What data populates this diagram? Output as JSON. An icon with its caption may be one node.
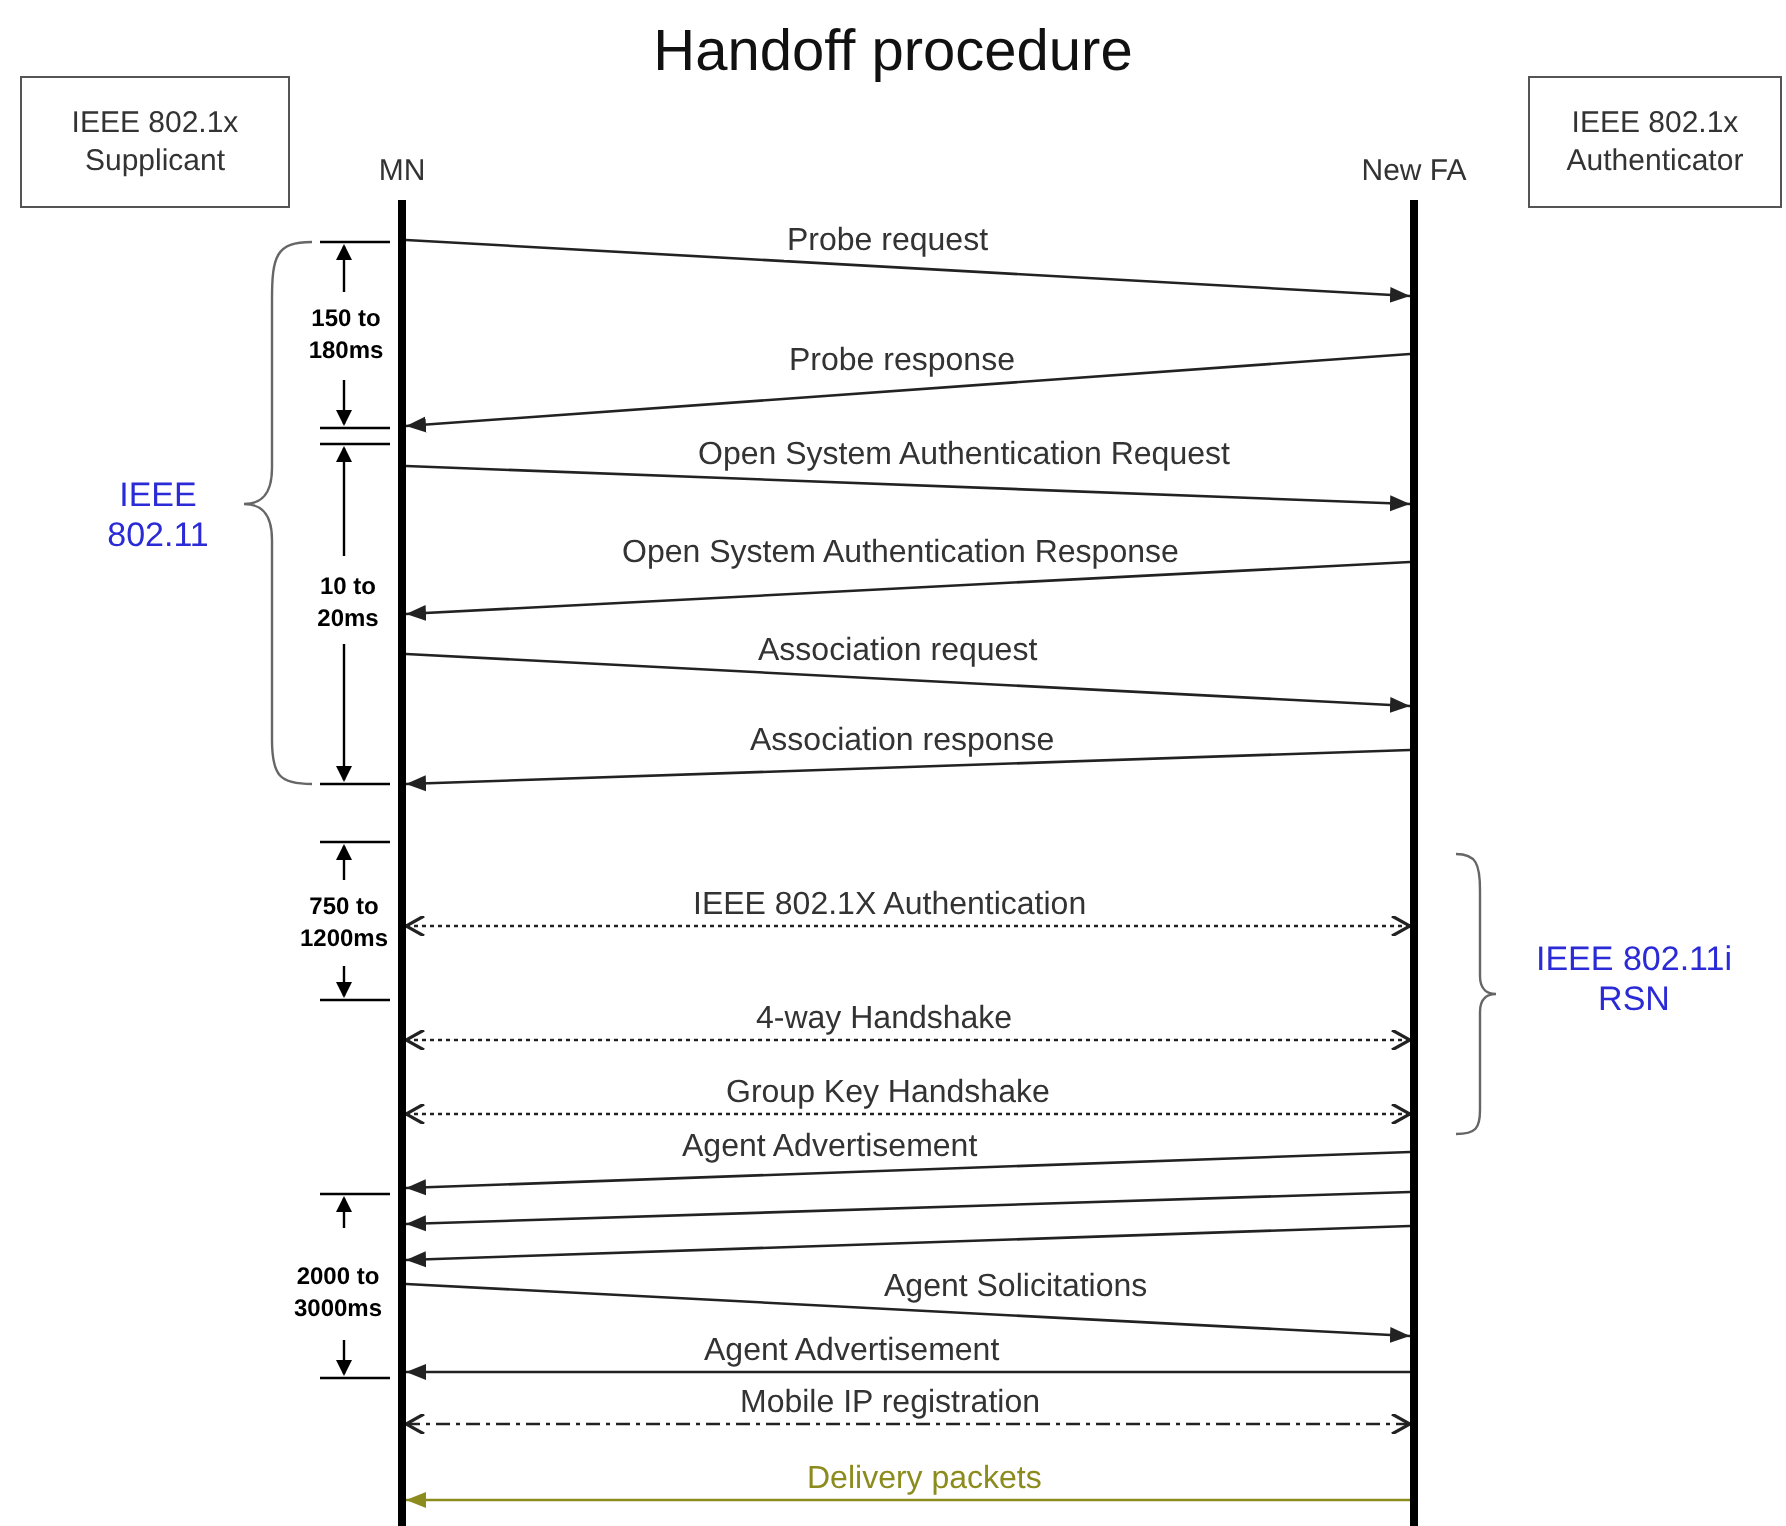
{
  "diagram": {
    "title": "Handoff procedure",
    "nodes": [
      {
        "text": [
          "IEEE 802.1x Supplicant"
        ]
      },
      {
        "text": [
          "IEEE 802.1x Authenticator"
        ]
      },
      {
        "text": [
          "MN"
        ]
      },
      {
        "text": [
          "New FA"
        ]
      }
    ],
    "edges": [
      {
        "from": 2,
        "to": 3,
        "arrow": "to",
        "label": "Probe request"
      },
      {
        "from": 3,
        "to": 2,
        "arrow": "to",
        "label": "Probe response"
      },
      {
        "from": 2,
        "to": 3,
        "arrow": "to",
        "label": "Open System Authentication Request"
      },
      {
        "from": 3,
        "to": 2,
        "arrow": "to",
        "label": "Open System Authentication Response"
      },
      {
        "from": 2,
        "to": 3,
        "arrow": "to",
        "label": "Association request"
      },
      {
        "from": 3,
        "to": 2,
        "arrow": "to",
        "label": "Association response"
      },
      {
        "from": 2,
        "to": 3,
        "arrow": "both",
        "label": "IEEE 802.1X Authentication",
        "style": "dashed"
      },
      {
        "from": 2,
        "to": 3,
        "arrow": "both",
        "label": "4-way Handshake",
        "style": "dashed"
      },
      {
        "from": 2,
        "to": 3,
        "arrow": "both",
        "label": "Group Key Handshake",
        "style": "dashed"
      },
      {
        "from": 3,
        "to": 2,
        "arrow": "to",
        "label": "Agent Advertisement"
      },
      {
        "from": 3,
        "to": 2,
        "arrow": "to"
      },
      {
        "from": 3,
        "to": 2,
        "arrow": "to"
      },
      {
        "from": 2,
        "to": 3,
        "arrow": "to",
        "label": "Agent Solicitations"
      },
      {
        "from": 3,
        "to": 2,
        "arrow": "to",
        "label": "Agent Advertisement"
      },
      {
        "from": 2,
        "to": 3,
        "arrow": "both",
        "label": "Mobile IP registration",
        "style": "dashed"
      },
      {
        "from": 3,
        "to": 2,
        "arrow": "to",
        "label": "Delivery packets",
        "color": "#8c8c1e"
      }
    ],
    "labels": [
      "150 to 180ms",
      "IEEE 802.11",
      "10 to 20ms",
      "750 to 1200ms",
      "IEEE 802.11i RSN",
      "2000 to 3000ms"
    ]
  }
}
